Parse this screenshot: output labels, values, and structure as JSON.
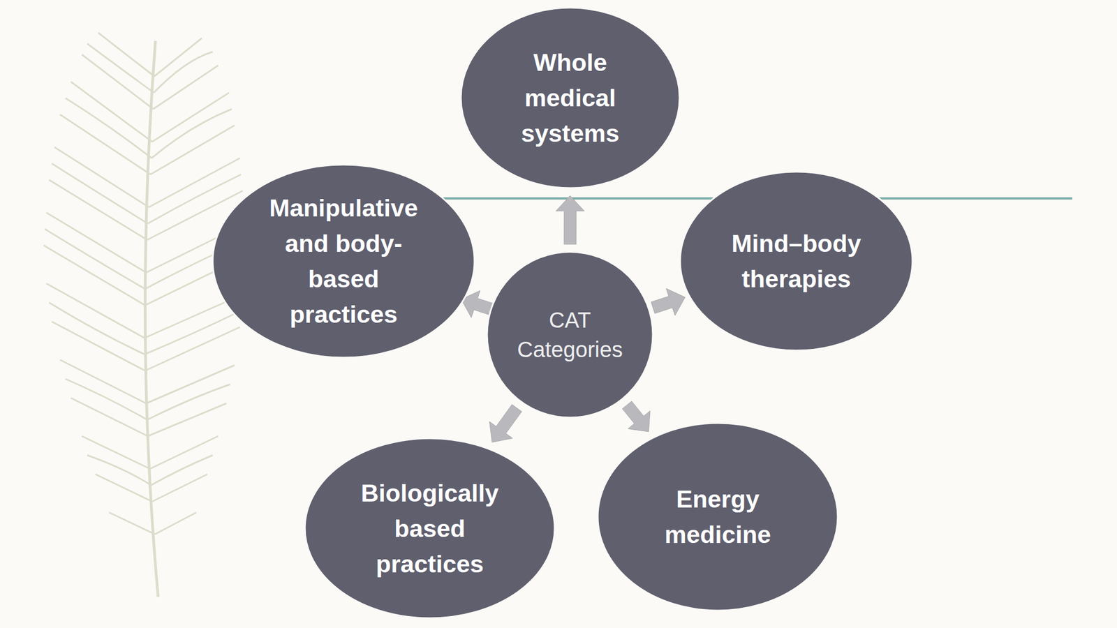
{
  "diagram": {
    "nodes": [
      {
        "text": [
          "Whole medical systems"
        ]
      },
      {
        "text": [
          "Manipulative and body-based practices"
        ]
      },
      {
        "text": [
          "Mind–body therapies"
        ]
      },
      {
        "text": [
          "CAT Categories"
        ]
      },
      {
        "text": [
          "Biologically based practices"
        ]
      },
      {
        "text": [
          "Energy medicine"
        ]
      }
    ],
    "edges": [
      {
        "from": 3,
        "to": 0,
        "arrow": "to"
      },
      {
        "from": 3,
        "to": 1,
        "arrow": "to"
      },
      {
        "from": 3,
        "to": 2,
        "arrow": "to"
      },
      {
        "from": 3,
        "to": 4,
        "arrow": "to"
      },
      {
        "from": 3,
        "to": 5,
        "arrow": "to"
      }
    ]
  }
}
